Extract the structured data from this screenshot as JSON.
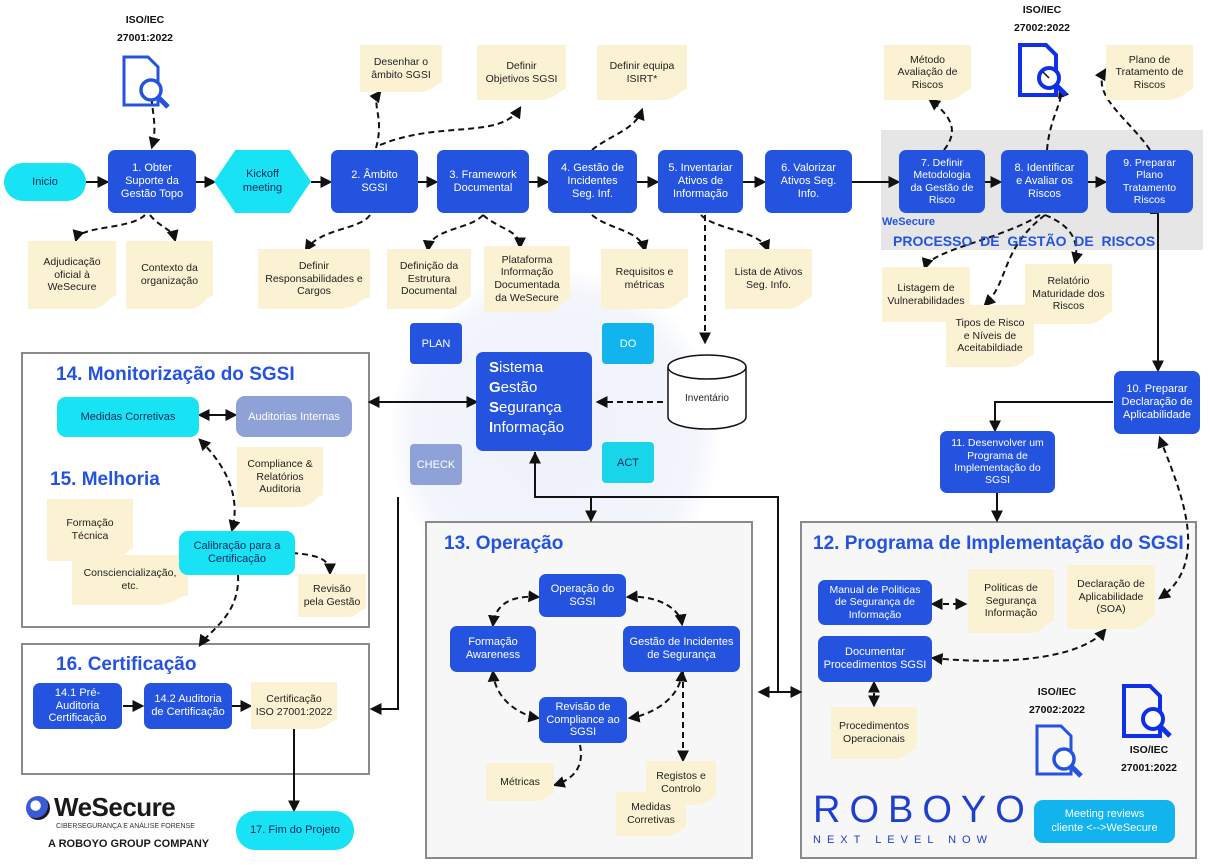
{
  "colors": {
    "primary": "#2453e0",
    "cyan": "#18e3f5",
    "note": "#fbf2d3",
    "grey_box": "#8ea2d8"
  },
  "process_nodes": {
    "inicio": "Inicio",
    "s1": "1. Obter\nSuporte da\nGestão Topo",
    "kickoff": "Kickoff\nmeeting",
    "s2": "2.  Âmbito\nSGSI",
    "s3": "3. Framework\nDocumental",
    "s4": "4. Gestão de\nIncidentes\nSeg. Inf.",
    "s5": "5. Inventariar\nAtivos de\nInformação",
    "s6": "6. Valorizar\nAtivos Seg.\nInfo.",
    "s7": "7. Definir\nMetodologia\nda Gestão de\nRisco",
    "s8": "8. Identificar\ne Avaliar os\nRiscos",
    "s9": "9. Preparar\nPlano\nTratamento\nRiscos",
    "s10": "10. Preparar\nDeclaração de\nAplicabilidade",
    "s11": "11. Desenvolver um\nPrograma de\nImplementação do\nSGSI"
  },
  "top_notes": {
    "desenhar": "Desenhar o\nâmbito SGSI",
    "objetivos": "Definir\nObjetivos SGSI",
    "isirt": "Definir equipa\nISIRT*",
    "metodo": "Método\nAvaliação de\nRiscos",
    "plano": "Plano de\nTratamento de\nRiscos"
  },
  "bottom_notes": {
    "adjudicacao": "Adjudicação\noficial à\nWeSecure",
    "contexto": "Contexto da\norganização",
    "responsabilidades": "Definir\nResponsabilidades e\nCargos",
    "estrutura": "Definição da\nEstrutura\nDocumental",
    "plataforma": "Plataforma\nInformação\nDocumentada\nda WeSecure",
    "requisitos": "Requisitos e\nmétricas",
    "lista": "Lista de Ativos\nSeg. Info.",
    "vulnerabilidades": "Listagem de\nVulnerabilidades",
    "tipos": "Tipos de Risco\ne Níveis de\nAceitabildiade",
    "maturidade": "Relatório\nMaturidade dos\nRiscos"
  },
  "iso": {
    "top_left": "ISO/IEC\n27001:2022",
    "top_right": "ISO/IEC\n27002:2022",
    "bottom_left": "ISO/IEC\n27002:2022",
    "bottom_right": "ISO/IEC\n27001:2022"
  },
  "risk_process": {
    "brand": "WeSecure",
    "label": "PROCESSO  DE  GESTÃO  DE  RISCOS"
  },
  "center": {
    "plan": "PLAN",
    "do": "DO",
    "check": "CHECK",
    "act": "ACT",
    "initials": [
      "S",
      "G",
      "S",
      "I"
    ],
    "words": [
      "istema",
      "estão",
      "egurança",
      "nformação"
    ],
    "inventario": "Inventário"
  },
  "panel14": {
    "title": "14. Monitorização do SGSI",
    "medidas": "Medidas Corretivas",
    "auditorias": "Auditorias Internas",
    "compliance": "Compliance &\nRelatórios\nAuditoria"
  },
  "panel15": {
    "title": "15. Melhoria",
    "formacao": "Formação\nTécnica",
    "consciencializacao": "Consciencialização,\netc.",
    "calibracao": "Calibração para a\nCertificação",
    "revisao": "Revisão\npela Gestão"
  },
  "panel16": {
    "title": "16. Certificação",
    "pre": "14.1 Pré-\nAuditoria\nCertificação",
    "auditoria": "14.2 Auditoria\nde Certificação",
    "cert": "Certificação\nISO 27001:2022",
    "fim": "17. Fim do Projeto"
  },
  "panel13": {
    "title": "13. Operação",
    "operacao": "Operação do\nSGSI",
    "formacao": "Formação\nAwareness",
    "incidentes": "Gestão de Incidentes\nde Segurança",
    "revisao": "Revisão de\nCompliance ao\nSGSI",
    "metricas": "Métricas",
    "registos": "Registos e\nControlo",
    "medidas": "Medidas\nCorretivas"
  },
  "panel12": {
    "title": "12. Programa de Implementação do SGSI",
    "manual": "Manual de Politicas\nde Segurança de\nInformação",
    "politicas": "Politicas de\nSegurança\nInformação",
    "declaracao": "Declaração de\nAplicabilidade\n(SOA)",
    "documentar": "Documentar\nProcedimentos SGSI",
    "procedimentos": "Procedimentos\nOperacionais"
  },
  "roboyo": {
    "name": "ROBOYO",
    "tagline": "NEXT LEVEL NOW"
  },
  "meeting": "Meeting reviews\ncliente <-->WeSecure",
  "logo": {
    "name": "WeSecure",
    "sub": "CIBERSEGURANÇA E ANÁLISE FORENSE",
    "group": "A ROBOYO GROUP COMPANY"
  }
}
